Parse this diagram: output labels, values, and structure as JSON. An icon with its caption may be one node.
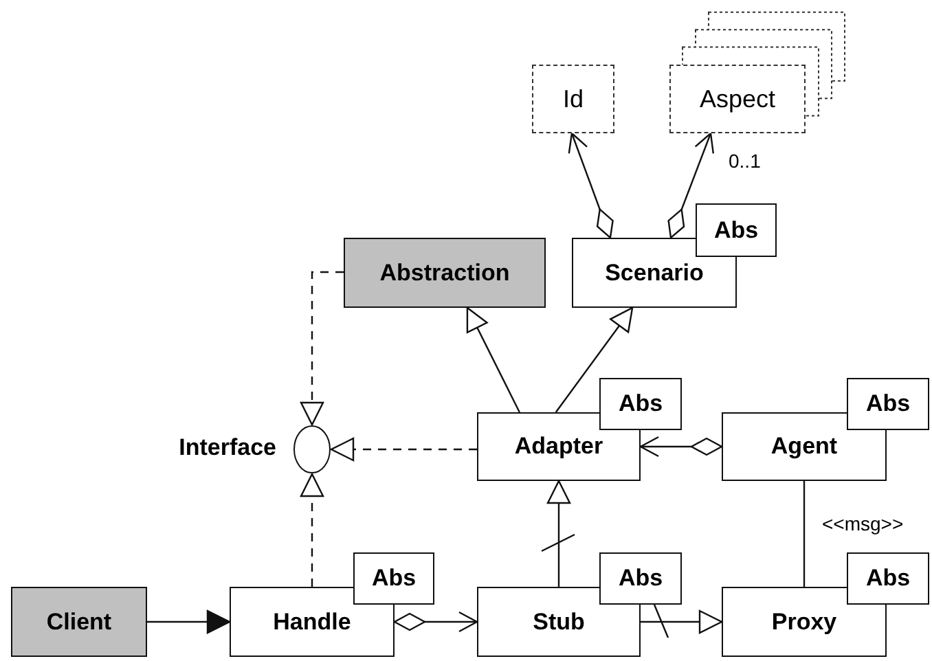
{
  "diagram": {
    "nodes": [
      {
        "text": [
          "Id"
        ]
      },
      {
        "text": [
          "Aspect"
        ]
      },
      {
        "text": [
          "Abs"
        ]
      },
      {
        "text": [
          "Abstraction"
        ]
      },
      {
        "text": [
          "Scenario"
        ]
      },
      {
        "text": [
          "Abs"
        ]
      },
      {
        "text": [
          "Abs"
        ]
      },
      {
        "text": [],
        "shape": "circle",
        "beside": [
          "Interface"
        ]
      },
      {
        "text": [
          "Adapter"
        ]
      },
      {
        "text": [
          "Agent"
        ]
      },
      {
        "text": [
          "Abs"
        ]
      },
      {
        "text": [
          "Abs"
        ]
      },
      {
        "text": [
          "Abs"
        ]
      },
      {
        "text": [
          "Client"
        ]
      },
      {
        "text": [
          "Handle"
        ]
      },
      {
        "text": [
          "Stub"
        ]
      },
      {
        "text": [
          "Proxy"
        ]
      }
    ],
    "edges": [
      {
        "from": 4,
        "to": 0,
        "arrow": "to"
      },
      {
        "from": 4,
        "to": 1,
        "arrow": "to",
        "label": "0..1"
      },
      {
        "from": 8,
        "to": 3,
        "arrow": "to"
      },
      {
        "from": 8,
        "to": 4,
        "arrow": "to"
      },
      {
        "from": 3,
        "to": 7,
        "arrow": "to",
        "style": "dashed"
      },
      {
        "from": 8,
        "to": 7,
        "arrow": "to",
        "style": "dashed"
      },
      {
        "from": 14,
        "to": 7,
        "arrow": "to",
        "style": "dashed"
      },
      {
        "from": 9,
        "to": 8,
        "arrow": "to"
      },
      {
        "from": 15,
        "to": 8,
        "arrow": "to"
      },
      {
        "from": 9,
        "to": 16,
        "arrow": "none",
        "label": "<<msg>>"
      },
      {
        "from": 13,
        "to": 14,
        "arrow": "to"
      },
      {
        "from": 14,
        "to": 15,
        "arrow": "to"
      },
      {
        "from": 15,
        "to": 16,
        "arrow": "to"
      }
    ]
  }
}
